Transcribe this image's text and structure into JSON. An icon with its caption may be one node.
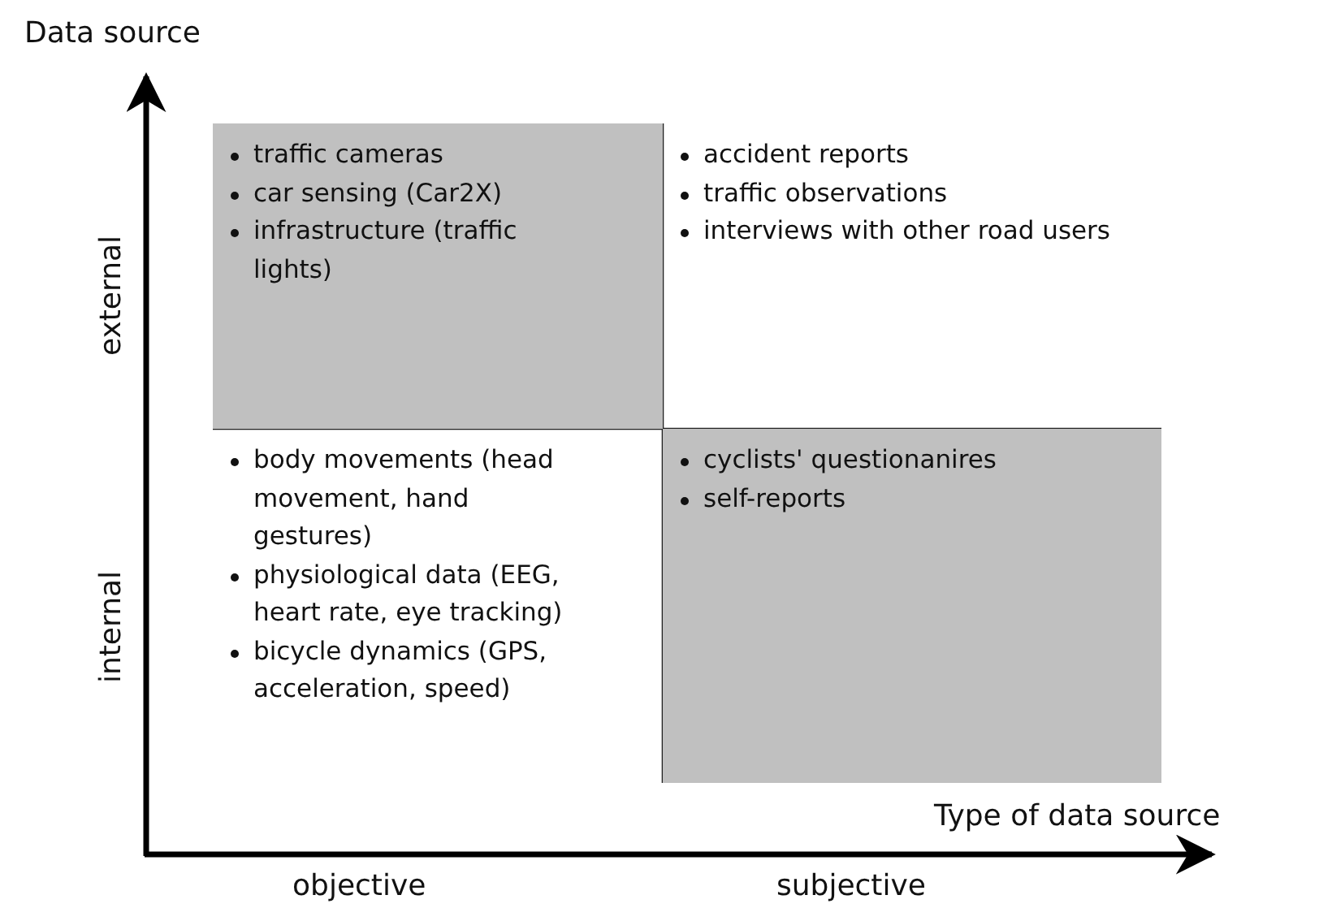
{
  "diagram": {
    "nodes": [
      {
        "text": [
          "traffic cameras",
          "car sensing (Car2X)",
          "infrastructure (traffic lights)"
        ]
      },
      {
        "text": [
          "accident reports",
          "traffic observations",
          "interviews with other road users"
        ]
      },
      {
        "text": [
          "body movements (head movement, hand gestures)",
          "physiological data (EEG, heart rate, eye tracking)",
          "bicycle dynamics (GPS, acceleration, speed)"
        ]
      },
      {
        "text": [
          "cyclists' questionanires",
          "self-reports"
        ]
      }
    ],
    "edges": [],
    "labels": [
      "Data source",
      "external",
      "internal",
      "Type of data source",
      "objective",
      "subjective"
    ]
  }
}
